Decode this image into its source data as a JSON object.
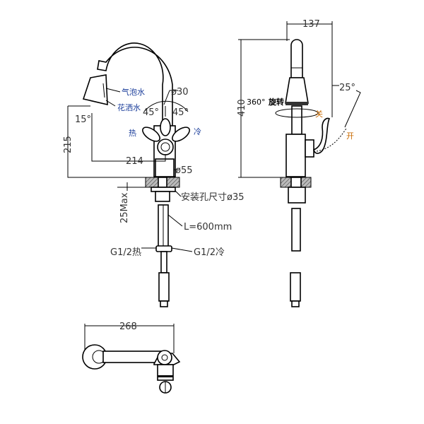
{
  "front_view": {
    "bubble_water": "气泡水",
    "shower_water": "花洒水",
    "spout_diameter": "ø30",
    "angle_left": "45°",
    "angle_right": "45°",
    "head_angle": "15°",
    "hot": "热",
    "cold": "冷",
    "height_dim": "215",
    "reach_dim": "214",
    "base_diameter": "ø55",
    "deck_thickness": "25Max",
    "install_hole": "安装孔尺寸ø35",
    "hose_length": "L=600mm",
    "inlet_hot": "G1/2热",
    "inlet_cold": "G1/2冷"
  },
  "side_view": {
    "width_dim": "137",
    "total_height": "410",
    "rotation": "360°",
    "rotate_label": "旋转",
    "close": "关",
    "lever_angle": "25°",
    "open": "开"
  },
  "top_view": {
    "length_dim": "268"
  },
  "colors": {
    "blue_text": "#1a3d9a",
    "orange_text": "#c86a00"
  }
}
